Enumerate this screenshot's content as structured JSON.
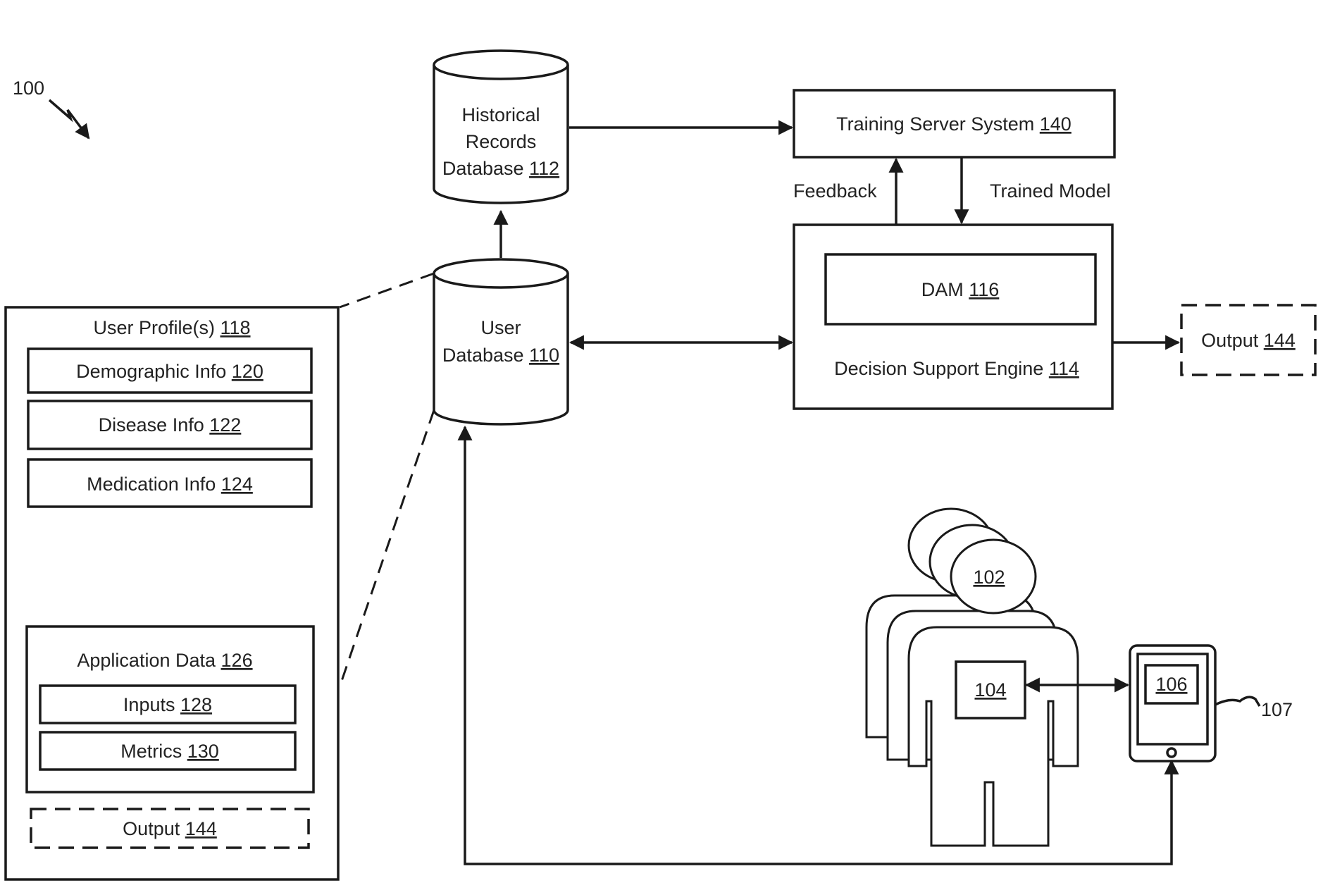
{
  "figure_ref": "100",
  "historical_db": {
    "lines": [
      "Historical",
      "Records",
      "Database"
    ],
    "ref": "112"
  },
  "user_db": {
    "lines": [
      "User",
      "Database"
    ],
    "ref": "110"
  },
  "training_server": {
    "label": "Training Server System",
    "ref": "140"
  },
  "feedback_label": "Feedback",
  "trained_model_label": "Trained Model",
  "dam": {
    "label": "DAM",
    "ref": "116"
  },
  "decision_engine": {
    "label": "Decision Support Engine",
    "ref": "114"
  },
  "output_right": {
    "label": "Output",
    "ref": "144"
  },
  "user_profile": {
    "title": "User Profile(s)",
    "ref": "118",
    "items": [
      {
        "label": "Demographic Info",
        "ref": "120"
      },
      {
        "label": "Disease Info",
        "ref": "122"
      },
      {
        "label": "Medication Info",
        "ref": "124"
      }
    ],
    "app_data": {
      "title": "Application Data",
      "ref": "126",
      "items": [
        {
          "label": "Inputs",
          "ref": "128"
        },
        {
          "label": "Metrics",
          "ref": "130"
        }
      ]
    },
    "output": {
      "label": "Output",
      "ref": "144"
    }
  },
  "users_ref": "102",
  "sensor_ref": "104",
  "app_ref": "106",
  "device_ref": "107"
}
